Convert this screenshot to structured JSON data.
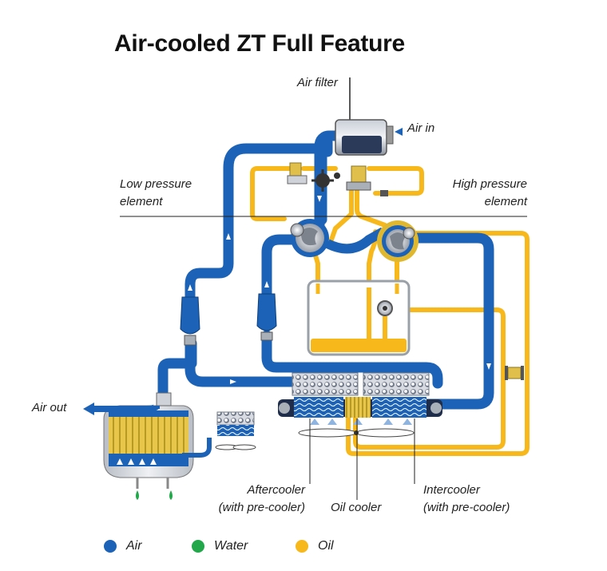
{
  "title": "Air-cooled ZT Full Feature",
  "labels": {
    "air_filter": "Air filter",
    "air_in": "Air in",
    "low_pressure_1": "Low pressure",
    "low_pressure_2": "element",
    "high_pressure_1": "High pressure",
    "high_pressure_2": "element",
    "air_out": "Air out",
    "aftercooler_1": "Aftercooler",
    "aftercooler_2": "(with pre-cooler)",
    "oil_cooler": "Oil cooler",
    "intercooler_1": "Intercooler",
    "intercooler_2": "(with pre-cooler)"
  },
  "legend": [
    {
      "label": "Air",
      "color": "#1c63b7"
    },
    {
      "label": "Water",
      "color": "#22a84a"
    },
    {
      "label": "Oil",
      "color": "#f7b81c"
    }
  ],
  "colors": {
    "air": "#1c63b7",
    "oil": "#f7b81c",
    "water": "#22a84a"
  }
}
